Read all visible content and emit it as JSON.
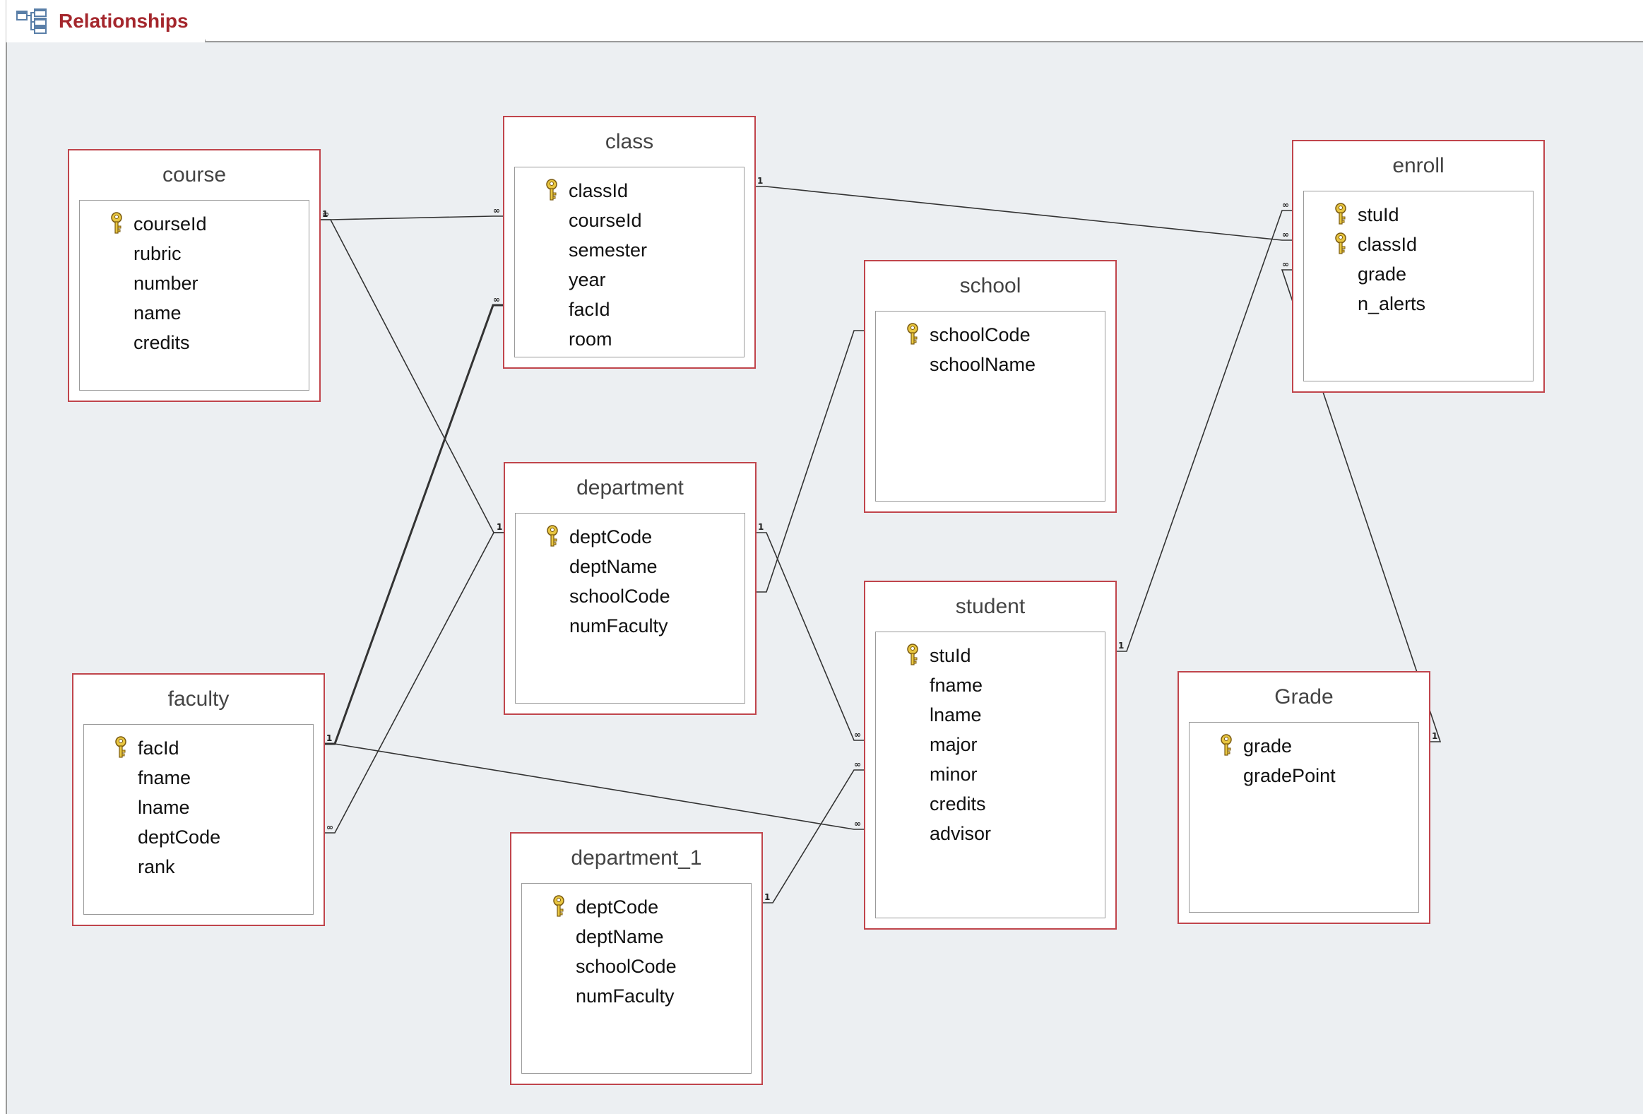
{
  "tab": {
    "label": "Relationships",
    "icon": "relationships-icon",
    "accent": "#a4262c"
  },
  "colors": {
    "canvas": "#eceff2",
    "table_border": "#c0454c",
    "line": "#333333"
  },
  "tables": [
    {
      "id": "course",
      "title": "course",
      "fields": [
        {
          "name": "courseId",
          "key": true
        },
        {
          "name": "rubric"
        },
        {
          "name": "number"
        },
        {
          "name": "name"
        },
        {
          "name": "credits"
        }
      ]
    },
    {
      "id": "class",
      "title": "class",
      "fields": [
        {
          "name": "classId",
          "key": true
        },
        {
          "name": "courseId"
        },
        {
          "name": "semester"
        },
        {
          "name": "year"
        },
        {
          "name": "facId"
        },
        {
          "name": "room"
        }
      ]
    },
    {
      "id": "enroll",
      "title": "enroll",
      "fields": [
        {
          "name": "stuId",
          "key": true
        },
        {
          "name": "classId",
          "key": true
        },
        {
          "name": "grade"
        },
        {
          "name": "n_alerts"
        }
      ]
    },
    {
      "id": "school",
      "title": "school",
      "fields": [
        {
          "name": "schoolCode",
          "key": true
        },
        {
          "name": "schoolName"
        }
      ]
    },
    {
      "id": "department",
      "title": "department",
      "fields": [
        {
          "name": "deptCode",
          "key": true
        },
        {
          "name": "deptName"
        },
        {
          "name": "schoolCode"
        },
        {
          "name": "numFaculty"
        }
      ]
    },
    {
      "id": "student",
      "title": "student",
      "fields": [
        {
          "name": "stuId",
          "key": true
        },
        {
          "name": "fname"
        },
        {
          "name": "lname"
        },
        {
          "name": "major"
        },
        {
          "name": "minor"
        },
        {
          "name": "credits"
        },
        {
          "name": "advisor"
        }
      ]
    },
    {
      "id": "grade",
      "title": "Grade",
      "fields": [
        {
          "name": "grade",
          "key": true
        },
        {
          "name": "gradePoint"
        }
      ]
    },
    {
      "id": "faculty",
      "title": "faculty",
      "fields": [
        {
          "name": "facId",
          "key": true
        },
        {
          "name": "fname"
        },
        {
          "name": "lname"
        },
        {
          "name": "deptCode"
        },
        {
          "name": "rank"
        }
      ]
    },
    {
      "id": "department_1",
      "title": "department_1",
      "fields": [
        {
          "name": "deptCode",
          "key": true
        },
        {
          "name": "deptName"
        },
        {
          "name": "schoolCode"
        },
        {
          "name": "numFaculty"
        }
      ]
    }
  ],
  "relationships": [
    {
      "from": "course.courseId",
      "to": "class.courseId",
      "one": "1",
      "many": "∞"
    },
    {
      "from": "class.classId",
      "to": "enroll.classId",
      "one": "1",
      "many": "∞"
    },
    {
      "from": "faculty.facId",
      "to": "class.facId",
      "one": "1",
      "many": "∞"
    },
    {
      "from": "department.deptCode",
      "to": "course.courseId",
      "one": "1",
      "many": "∞"
    },
    {
      "from": "department.deptCode",
      "to": "faculty.deptCode",
      "one": "1",
      "many": "∞"
    },
    {
      "from": "school.schoolCode",
      "to": "department.schoolCode"
    },
    {
      "from": "department.deptCode",
      "to": "student.major",
      "one": "1",
      "many": "∞"
    },
    {
      "from": "department_1.deptCode",
      "to": "student.minor",
      "one": "1",
      "many": "∞"
    },
    {
      "from": "faculty.facId",
      "to": "student.advisor",
      "one": "1",
      "many": "∞"
    },
    {
      "from": "student.stuId",
      "to": "enroll.stuId",
      "one": "1",
      "many": "∞"
    },
    {
      "from": "grade.grade",
      "to": "enroll.grade",
      "one": "1",
      "many": "∞"
    }
  ]
}
